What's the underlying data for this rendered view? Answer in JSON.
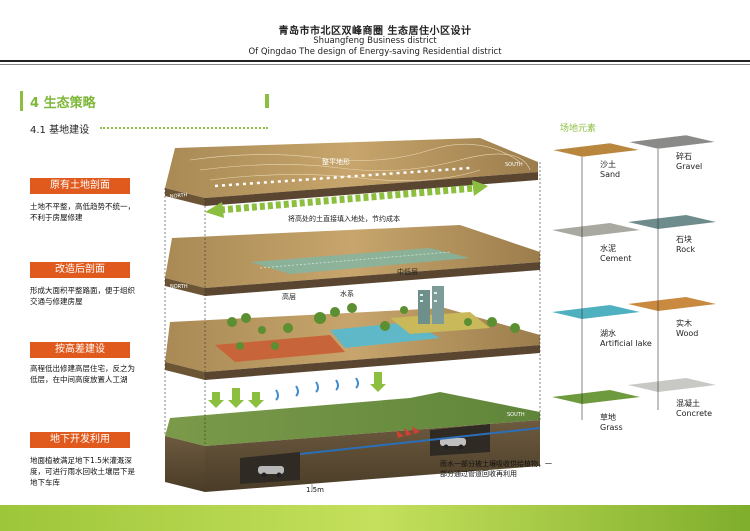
{
  "header": {
    "title_cn": "青岛市市北区双峰商圈  生态居住小区设计",
    "title_en_1": "Shuangfeng Business district",
    "title_en_2": "Of Qingdao The design of Energy-saving Residential district"
  },
  "section": {
    "title": "4  生态策略",
    "subtitle": "4.1  基地建设"
  },
  "steps": [
    {
      "label": "原有土地剖面",
      "desc": "土地不平整，高低趋势不统一，不利于房屋修建"
    },
    {
      "label": "改造后剖面",
      "desc": "形成大面积平整路面，便于组织交通与修建房屋"
    },
    {
      "label": "按高差建设",
      "desc": "高程低出修建高层住宅，反之为低层，在中间高度放置人工湖"
    },
    {
      "label": "地下开发利用",
      "desc": "地面植被满足地下1.5米灌溉深度，可进行雨水回收土壤层下是地下车库"
    }
  ],
  "diagram": {
    "north": "NORTH",
    "south": "SOUTH",
    "label_flat": "整平地形",
    "label_fill": "将高处的土直接填入地处，节约成本",
    "label_highrise": "高层",
    "label_water": "水系",
    "label_lowrise": "中低层",
    "label_rain": "雨水一部分被土壤吸收供给植物，一部分通过管道回收再利用",
    "label_depth": "1.5m"
  },
  "materials": {
    "title": "场地元素",
    "items": [
      {
        "cn": "沙土",
        "en": "Sand",
        "color": "#b8863c"
      },
      {
        "cn": "碎石",
        "en": "Gravel",
        "color": "#8a8a88"
      },
      {
        "cn": "水泥",
        "en": "Cement",
        "color": "#a9a9a2"
      },
      {
        "cn": "石块",
        "en": "Rock",
        "color": "#6e8c8c"
      },
      {
        "cn": "湖水",
        "en": "Artificial lake",
        "color": "#4fb0c0"
      },
      {
        "cn": "实木",
        "en": "Wood",
        "color": "#c98a40"
      },
      {
        "cn": "草地",
        "en": "Grass",
        "color": "#6e9a3e"
      },
      {
        "cn": "混凝土",
        "en": "Concrete",
        "color": "#c8c8c4"
      }
    ]
  }
}
